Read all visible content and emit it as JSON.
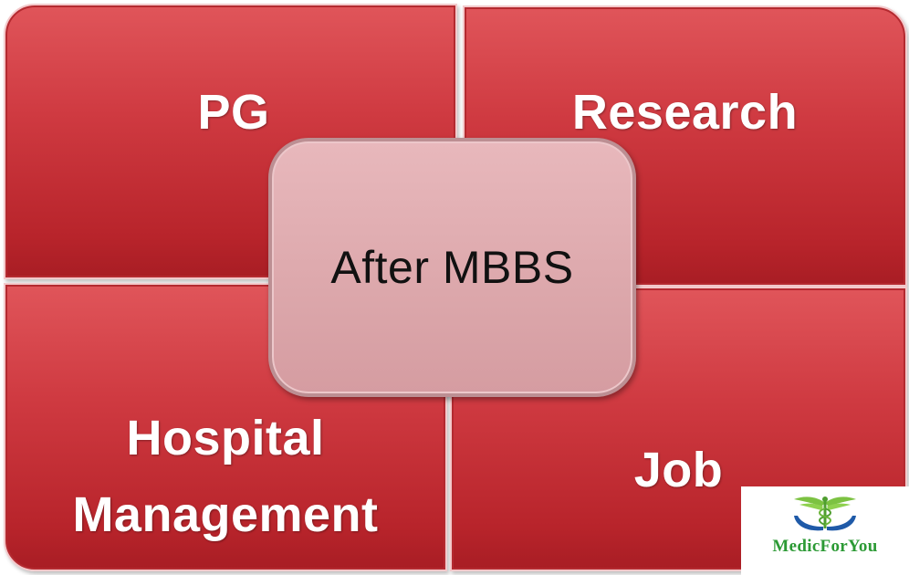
{
  "diagram": {
    "center": {
      "label": "After MBBS"
    },
    "quadrants": {
      "top_left": {
        "label": "PG"
      },
      "top_right": {
        "label": "Research"
      },
      "bottom_left": {
        "label": "Hospital\nManagement"
      },
      "bottom_right": {
        "label": "Job"
      }
    }
  },
  "logo": {
    "text": "MedicForYou",
    "icon": "caduceus-hands-icon",
    "colors": {
      "wings": "#7cc242",
      "hands": "#1f5aa8",
      "text": "#2c9a35"
    }
  },
  "colors": {
    "quadrant_fill": "#c92f36",
    "quadrant_border": "#f3c9cb",
    "center_fill": "#dca7ab",
    "quadrant_text": "#ffffff",
    "center_text": "#111111"
  }
}
